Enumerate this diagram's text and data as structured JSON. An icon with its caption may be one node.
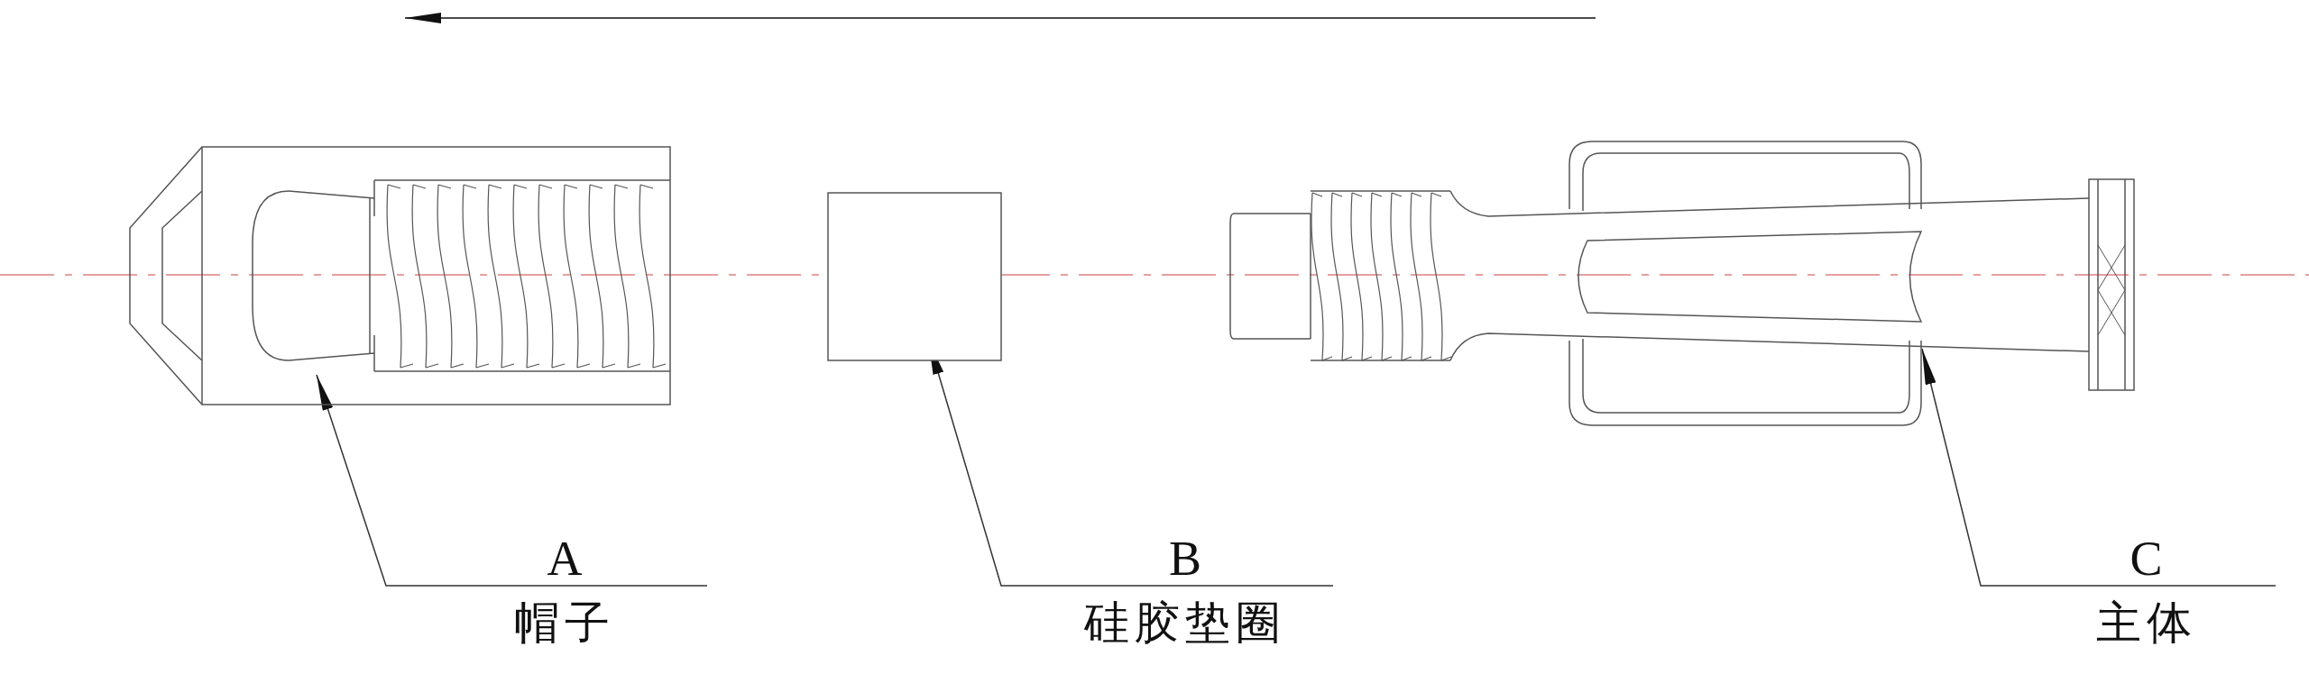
{
  "diagram": {
    "nodes": [
      {
        "text": [],
        "shape": "picture"
      },
      {
        "text": [],
        "shape": "box"
      },
      {
        "text": [],
        "shape": "picture"
      },
      {
        "text": [
          "A",
          "帽子"
        ]
      },
      {
        "text": [
          "B",
          "硅胶垫圈"
        ]
      },
      {
        "text": [
          "C",
          "主体"
        ]
      }
    ],
    "edges": [
      {
        "from": 3,
        "to": 0,
        "arrow": "to"
      },
      {
        "from": 4,
        "to": 1,
        "arrow": "to"
      },
      {
        "from": 5,
        "to": 2,
        "arrow": "to"
      }
    ]
  }
}
